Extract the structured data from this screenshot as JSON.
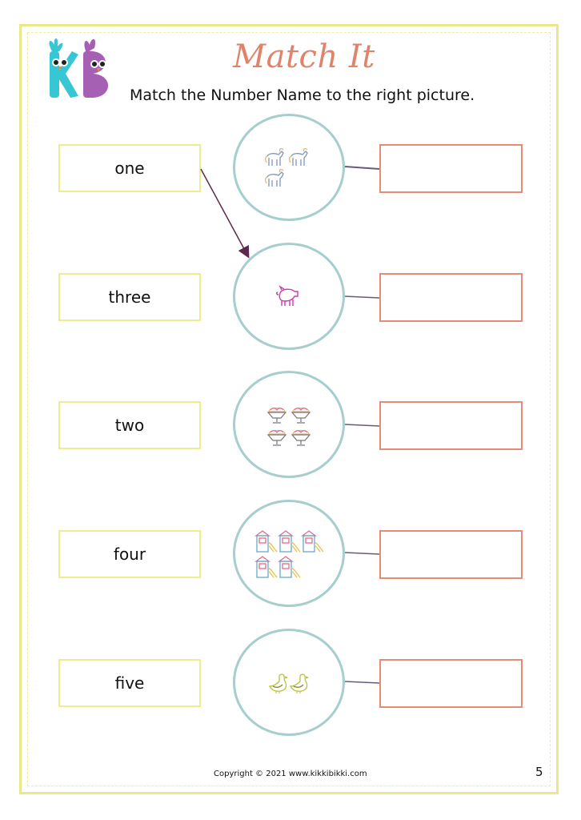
{
  "header": {
    "title": "Match It",
    "instruction": "Match the Number Name to the right  picture."
  },
  "logo": {
    "letters": "KB"
  },
  "rows": [
    {
      "word": "one",
      "picture_icon": "horse-icon",
      "picture_count": 3,
      "picture_color": "#e6b26a"
    },
    {
      "word": "three",
      "picture_icon": "pig-icon",
      "picture_count": 1,
      "picture_color": "#d23ab0"
    },
    {
      "word": "two",
      "picture_icon": "ice-cream-icon",
      "picture_count": 4,
      "picture_color": "#f4b26a"
    },
    {
      "word": "four",
      "picture_icon": "playground-slide-icon",
      "picture_count": 5,
      "picture_color": "#e3c54a"
    },
    {
      "word": "five",
      "picture_icon": "duck-icon",
      "picture_count": 2,
      "picture_color": "#b8c238"
    }
  ],
  "footer": {
    "copyright": "Copyright © 2021 www.kikkibikki.com",
    "page_number": "5"
  },
  "colors": {
    "word_box_border": "#eded8e",
    "circle_border": "#a6cecd",
    "answer_box_border": "#e48c76",
    "title": "#e0836b",
    "connector": "#5b3a5b"
  }
}
